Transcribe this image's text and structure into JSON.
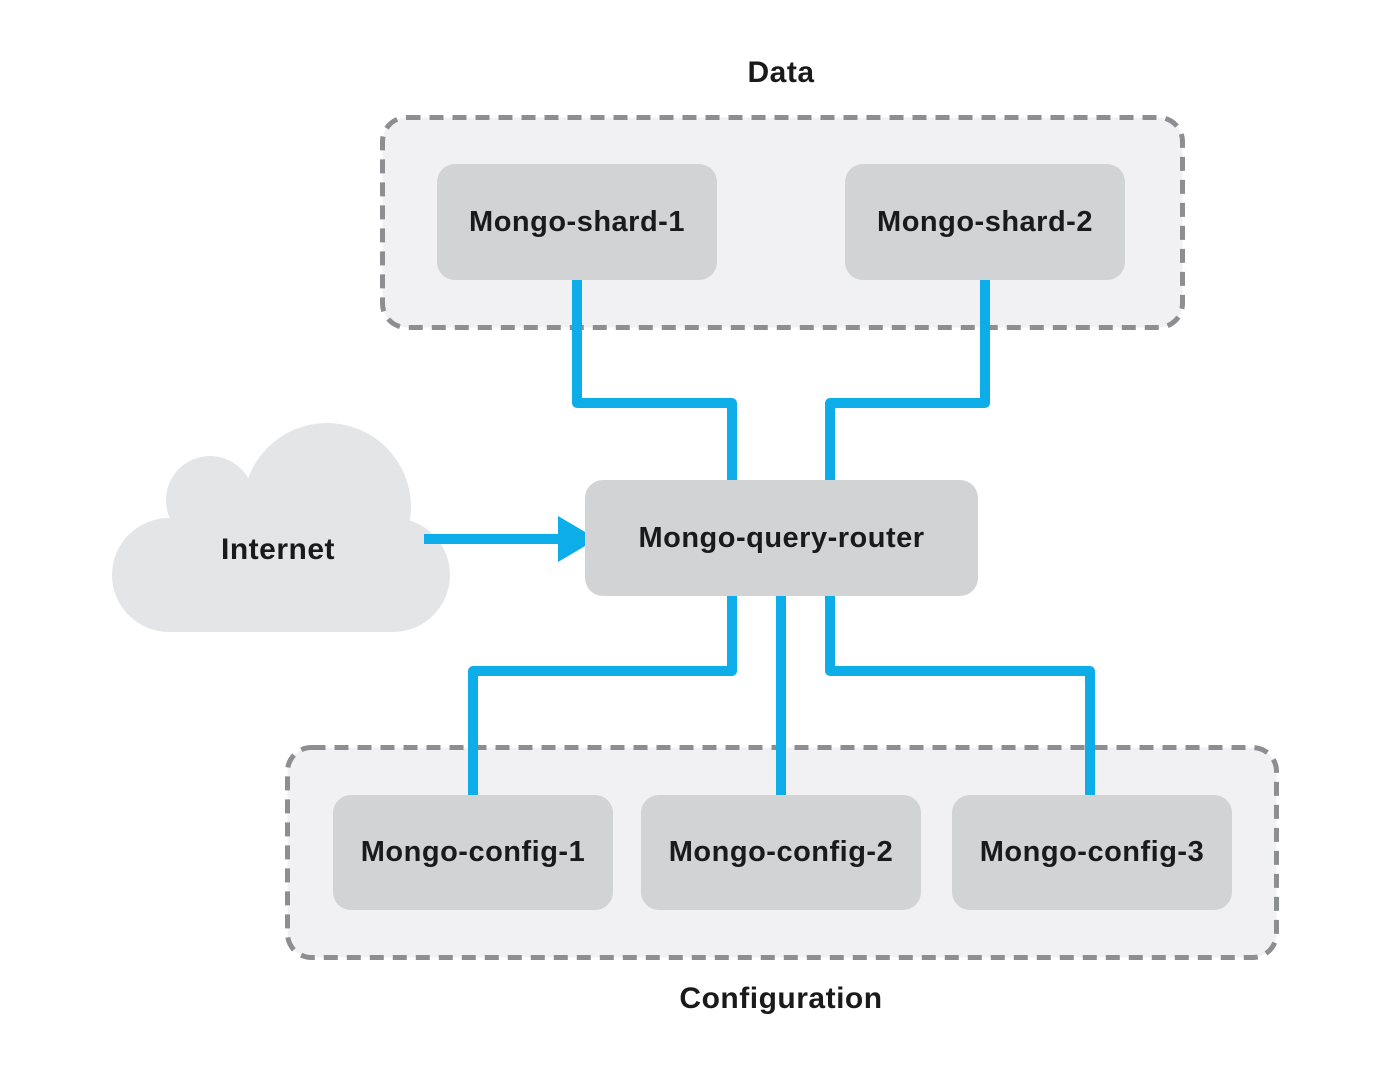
{
  "diagram": {
    "type": "architecture-diagram",
    "groups": {
      "data": {
        "label": "Data",
        "members": [
          "Mongo-shard-1",
          "Mongo-shard-2"
        ]
      },
      "configuration": {
        "label": "Configuration",
        "members": [
          "Mongo-config-1",
          "Mongo-config-2",
          "Mongo-config-3"
        ]
      }
    },
    "nodes": {
      "internet": {
        "label": "Internet",
        "shape": "cloud"
      },
      "shard1": {
        "label": "Mongo-shard-1",
        "group": "Data"
      },
      "shard2": {
        "label": "Mongo-shard-2",
        "group": "Data"
      },
      "router": {
        "label": "Mongo-query-router",
        "group": null
      },
      "config1": {
        "label": "Mongo-config-1",
        "group": "Configuration"
      },
      "config2": {
        "label": "Mongo-config-2",
        "group": "Configuration"
      },
      "config3": {
        "label": "Mongo-config-3",
        "group": "Configuration"
      }
    },
    "edges": [
      {
        "from": "Internet",
        "to": "Mongo-query-router",
        "style": "arrow"
      },
      {
        "from": "Mongo-shard-1",
        "to": "Mongo-query-router",
        "style": "elbow"
      },
      {
        "from": "Mongo-shard-2",
        "to": "Mongo-query-router",
        "style": "elbow"
      },
      {
        "from": "Mongo-query-router",
        "to": "Mongo-config-1",
        "style": "elbow"
      },
      {
        "from": "Mongo-query-router",
        "to": "Mongo-config-2",
        "style": "straight"
      },
      {
        "from": "Mongo-query-router",
        "to": "Mongo-config-3",
        "style": "elbow"
      }
    ],
    "colors": {
      "connector": "#0cade8",
      "node_fill": "#d2d3d5",
      "group_fill": "#f1f1f3",
      "group_border": "#8d8e91",
      "cloud_fill": "#e4e5e7",
      "text": "#1a1a1a",
      "background": "#ffffff"
    }
  }
}
